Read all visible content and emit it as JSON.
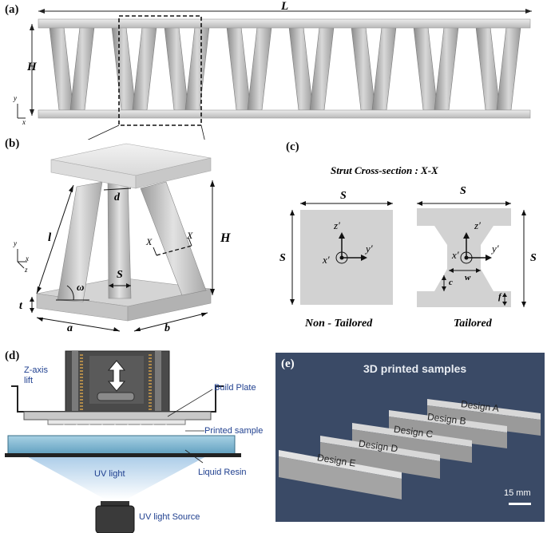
{
  "panels": {
    "a": "(a)",
    "b": "(b)",
    "c": "(c)",
    "d": "(d)",
    "e": "(e)"
  },
  "panel_a": {
    "dim_L": "L",
    "dim_H": "H",
    "axis_y": "y",
    "axis_x": "x"
  },
  "panel_b": {
    "dim_l": "l",
    "dim_d": "d",
    "dim_S": "S",
    "dim_H": "H",
    "dim_t": "t",
    "dim_a": "a",
    "dim_b": "b",
    "angle": "ω",
    "section_X1": "X",
    "section_X2": "X",
    "axis_y": "y",
    "axis_x": "x",
    "axis_z": "z"
  },
  "panel_c": {
    "title": "Strut Cross-section : X-X",
    "left": {
      "top": "S",
      "side": "S",
      "zp": "z′",
      "yp": "y′",
      "xp": "x′",
      "caption": "Non - Tailored"
    },
    "right": {
      "top": "S",
      "side": "S",
      "zp": "z′",
      "yp": "y′",
      "xp": "x′",
      "w": "w",
      "c": "c",
      "f": "f",
      "caption": "Tailored"
    }
  },
  "panel_d": {
    "zaxis": "Z-axis\nlift",
    "build_plate": "Build Plate",
    "printed_sample": "Printed sample",
    "uv_light": "UV light",
    "liquid_resin": "Liquid Resin",
    "uv_source": "UV light Source"
  },
  "panel_e": {
    "title": "3D printed samples",
    "designs": [
      "Design A",
      "Design B",
      "Design C",
      "Design D",
      "Design E"
    ],
    "scale": "15 mm"
  },
  "colors": {
    "label_blue": "#1f3f8f",
    "photo_bg": "#3a4a66",
    "resin": "#7fb7d3",
    "metal": "#c8c8c8"
  }
}
